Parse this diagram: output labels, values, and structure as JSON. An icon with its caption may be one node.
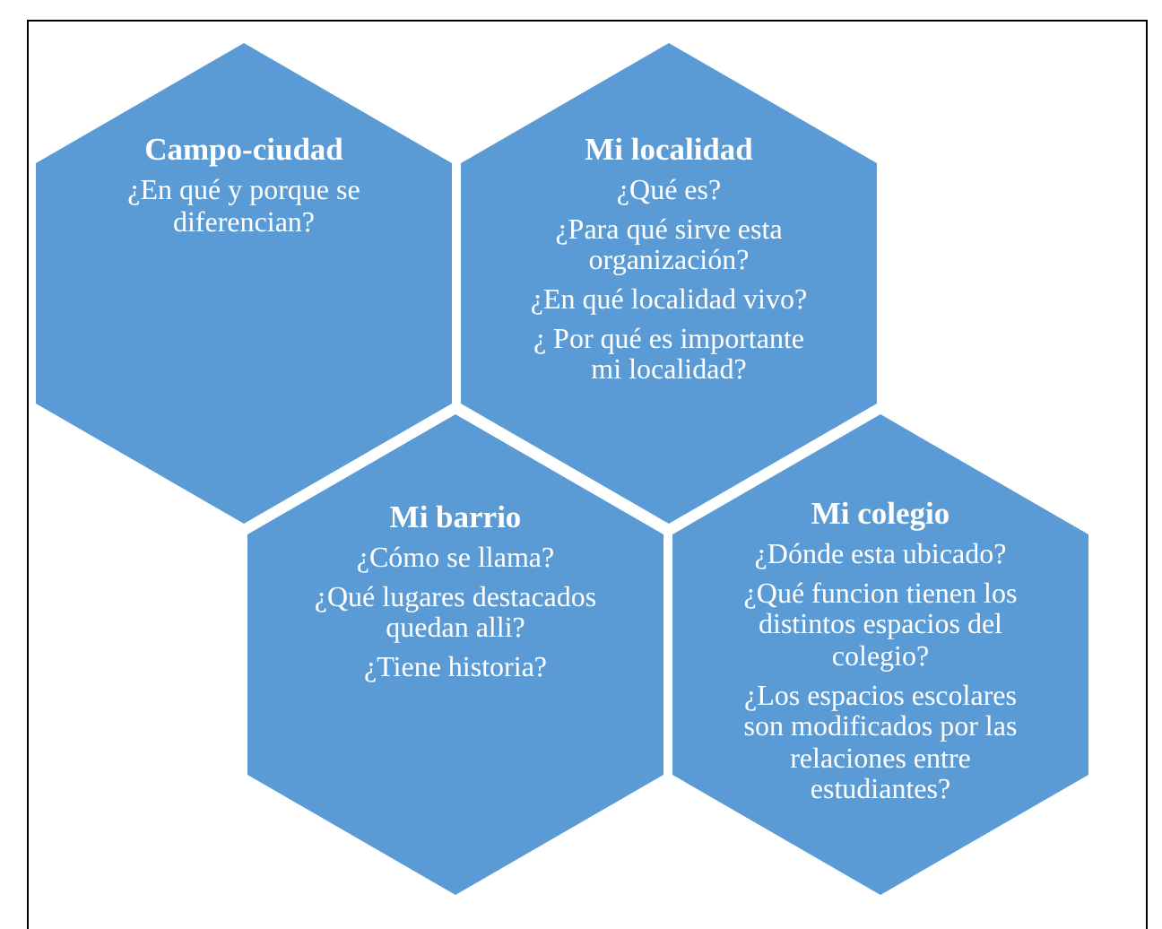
{
  "diagram": {
    "nodes": [
      {
        "text": [
          "Campo-ciudad",
          "¿En qué y porque se diferencian?"
        ]
      },
      {
        "text": [
          "Mi localidad",
          "¿Qué es?",
          "¿Para qué sirve esta organización?",
          "¿En qué localidad vivo?",
          "¿ Por qué es importante mi localidad?"
        ]
      },
      {
        "text": [
          "Mi barrio",
          "¿Cómo se llama?",
          "¿Qué lugares destacados quedan alli?",
          "¿Tiene historia?"
        ]
      },
      {
        "text": [
          "Mi colegio",
          "¿Dónde esta ubicado?",
          "¿Qué funcion tienen los distintos espacios del colegio?",
          "¿Los espacios escolares son modificados por las relaciones entre estudiantes?"
        ]
      }
    ]
  }
}
